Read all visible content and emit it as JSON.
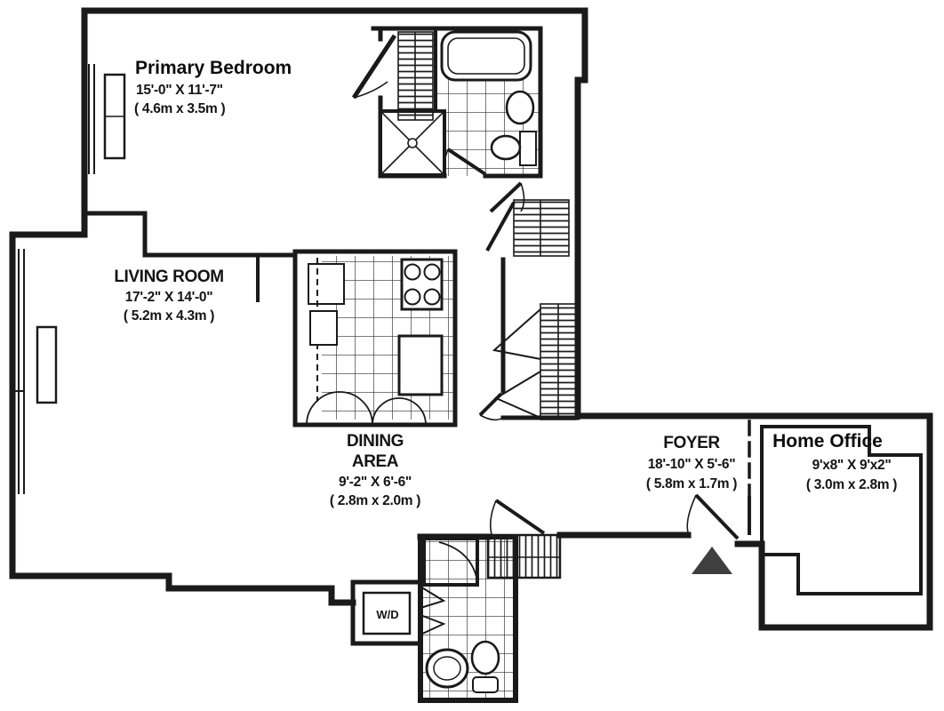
{
  "plan_title": "apartment-floor-plan",
  "rooms": {
    "primary_bedroom": {
      "name": "Primary Bedroom",
      "dim_ft": "15'-0\" X 11'-7\"",
      "dim_m": "( 4.6m x 3.5m )"
    },
    "living_room": {
      "name": "LIVING ROOM",
      "dim_ft": "17'-2\" X 14'-0\"",
      "dim_m": "( 5.2m x 4.3m )"
    },
    "dining_area": {
      "name_line1": "DINING",
      "name_line2": "AREA",
      "dim_ft": "9'-2\" X 6'-6\"",
      "dim_m": "( 2.8m x 2.0m )"
    },
    "foyer": {
      "name": "FOYER",
      "dim_ft": "18'-10\" X 5'-6\"",
      "dim_m": "( 5.8m x 1.7m )"
    },
    "home_office": {
      "name": "Home Office",
      "dim_ft": "9'x8\" X 9'x2\"",
      "dim_m": "( 3.0m x 2.8m )"
    }
  },
  "fixtures": {
    "washer_dryer": "W/D"
  },
  "colors": {
    "line": "#1a1a1a",
    "tile_line": "#2e2e2e",
    "entry_marker": "#3f3f3f",
    "background": "#ffffff"
  }
}
